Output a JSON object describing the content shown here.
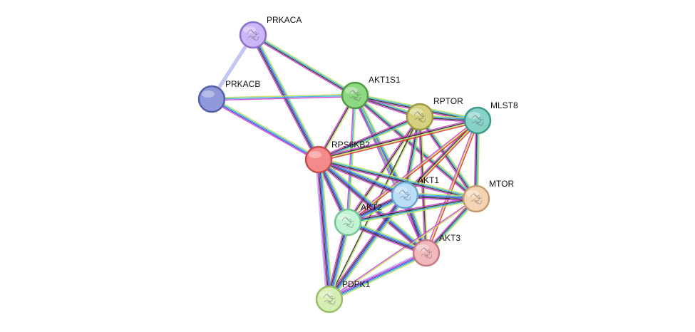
{
  "network": {
    "nodes": [
      {
        "id": "PRKACA",
        "label": "PRKACA",
        "fill": "#cbb6f7",
        "stroke": "#8a6fc9",
        "structure": true
      },
      {
        "id": "PRKACB",
        "label": "PRKACB",
        "fill": "#8e98da",
        "stroke": "#5560a8",
        "structure": false
      },
      {
        "id": "AKT1S1",
        "label": "AKT1S1",
        "fill": "#8fd882",
        "stroke": "#4f9a45",
        "structure": true
      },
      {
        "id": "RPTOR",
        "label": "RPTOR",
        "fill": "#d6d17e",
        "stroke": "#9e9944",
        "structure": true
      },
      {
        "id": "MLST8",
        "label": "MLST8",
        "fill": "#87d2c6",
        "stroke": "#3f968a",
        "structure": true
      },
      {
        "id": "RPS6KB2",
        "label": "RPS6KB2",
        "fill": "#f58a8a",
        "stroke": "#c44d4d",
        "structure": false
      },
      {
        "id": "AKT1",
        "label": "AKT1",
        "fill": "#b9dcf7",
        "stroke": "#6aa3cf",
        "structure": true
      },
      {
        "id": "MTOR",
        "label": "MTOR",
        "fill": "#f5d4b4",
        "stroke": "#c49a70",
        "structure": true
      },
      {
        "id": "AKT2",
        "label": "AKT2",
        "fill": "#c1f2d3",
        "stroke": "#72c494",
        "structure": true
      },
      {
        "id": "AKT3",
        "label": "AKT3",
        "fill": "#f2b9bd",
        "stroke": "#c47a80",
        "structure": true
      },
      {
        "id": "PDPK1",
        "label": "PDPK1",
        "fill": "#d6edb4",
        "stroke": "#97bd66",
        "structure": true
      }
    ],
    "edges": [
      {
        "source": "PRKACA",
        "target": "PRKACB",
        "colors": [
          "#b5b5f5",
          "#b5b5f5",
          "#b5b5f5"
        ]
      },
      {
        "source": "PRKACA",
        "target": "RPS6KB2",
        "colors": [
          "#c0e060",
          "#30b0d8",
          "#4040d8",
          "#303030",
          "#d040d0"
        ]
      },
      {
        "source": "PRKACA",
        "target": "AKT1S1",
        "colors": [
          "#c0e060",
          "#30b0d8",
          "#303030",
          "#d040d0"
        ]
      },
      {
        "source": "PRKACB",
        "target": "AKT1S1",
        "colors": [
          "#c0e060",
          "#30b0d8",
          "#d040d0"
        ]
      },
      {
        "source": "PRKACB",
        "target": "RPS6KB2",
        "colors": [
          "#c0e060",
          "#30b0d8",
          "#4040d8",
          "#d040d0"
        ]
      },
      {
        "source": "AKT1S1",
        "target": "RPTOR",
        "colors": [
          "#c0e060",
          "#30b0d8",
          "#303030",
          "#d040d0"
        ]
      },
      {
        "source": "AKT1S1",
        "target": "MLST8",
        "colors": [
          "#c0e060",
          "#30b0d8",
          "#303030",
          "#d040d0"
        ]
      },
      {
        "source": "AKT1S1",
        "target": "RPS6KB2",
        "colors": [
          "#c0e060",
          "#303030",
          "#d040d0"
        ]
      },
      {
        "source": "AKT1S1",
        "target": "AKT1",
        "colors": [
          "#c0e060",
          "#30b0d8",
          "#4040d8",
          "#303030",
          "#d040d0"
        ]
      },
      {
        "source": "AKT1S1",
        "target": "MTOR",
        "colors": [
          "#c0e060",
          "#30b0d8",
          "#303030",
          "#d040d0"
        ]
      },
      {
        "source": "AKT1S1",
        "target": "AKT2",
        "colors": [
          "#c0e060",
          "#30b0d8",
          "#d040d0"
        ]
      },
      {
        "source": "AKT1S1",
        "target": "AKT3",
        "colors": [
          "#c0e060",
          "#30b0d8",
          "#d040d0"
        ]
      },
      {
        "source": "RPTOR",
        "target": "MLST8",
        "colors": [
          "#c0e060",
          "#30b0d8",
          "#303030",
          "#d040d0"
        ]
      },
      {
        "source": "RPTOR",
        "target": "RPS6KB2",
        "colors": [
          "#c0e060",
          "#30b0d8",
          "#303030",
          "#d040d0"
        ]
      },
      {
        "source": "RPTOR",
        "target": "AKT1",
        "colors": [
          "#c0e060",
          "#30b0d8",
          "#303030",
          "#d040d0"
        ]
      },
      {
        "source": "RPTOR",
        "target": "MTOR",
        "colors": [
          "#c0e060",
          "#30b0d8",
          "#303030",
          "#d040d0"
        ]
      },
      {
        "source": "RPTOR",
        "target": "AKT2",
        "colors": [
          "#c0e060",
          "#303030",
          "#d040d0"
        ]
      },
      {
        "source": "RPTOR",
        "target": "AKT3",
        "colors": [
          "#c0e060",
          "#303030",
          "#d040d0"
        ]
      },
      {
        "source": "RPTOR",
        "target": "PDPK1",
        "colors": [
          "#c0e060",
          "#303030"
        ]
      },
      {
        "source": "MLST8",
        "target": "RPS6KB2",
        "colors": [
          "#e03030",
          "#c0e060",
          "#303030",
          "#d040d0"
        ]
      },
      {
        "source": "MLST8",
        "target": "AKT1",
        "colors": [
          "#e03030",
          "#c0e060",
          "#303030",
          "#d040d0"
        ]
      },
      {
        "source": "MLST8",
        "target": "MTOR",
        "colors": [
          "#c0e060",
          "#30b0d8",
          "#303030",
          "#d040d0"
        ]
      },
      {
        "source": "MLST8",
        "target": "AKT2",
        "colors": [
          "#e03030",
          "#c0e060",
          "#d040d0"
        ]
      },
      {
        "source": "MLST8",
        "target": "AKT3",
        "colors": [
          "#e03030",
          "#c0e060",
          "#d040d0"
        ]
      },
      {
        "source": "RPS6KB2",
        "target": "AKT1",
        "colors": [
          "#c0e060",
          "#30b0d8",
          "#4040d8",
          "#303030",
          "#d040d0"
        ]
      },
      {
        "source": "RPS6KB2",
        "target": "MTOR",
        "colors": [
          "#c0e060",
          "#30b0d8",
          "#303030",
          "#d040d0"
        ]
      },
      {
        "source": "RPS6KB2",
        "target": "AKT2",
        "colors": [
          "#c0e060",
          "#30b0d8",
          "#4040d8",
          "#303030",
          "#d040d0"
        ]
      },
      {
        "source": "RPS6KB2",
        "target": "AKT3",
        "colors": [
          "#c0e060",
          "#30b0d8",
          "#4040d8",
          "#303030",
          "#d040d0"
        ]
      },
      {
        "source": "RPS6KB2",
        "target": "PDPK1",
        "colors": [
          "#c0e060",
          "#30b0d8",
          "#4040d8",
          "#303030",
          "#d040d0",
          "#b5b5f5"
        ]
      },
      {
        "source": "AKT1",
        "target": "MTOR",
        "colors": [
          "#c0e060",
          "#30b0d8",
          "#4040d8",
          "#303030",
          "#d040d0"
        ]
      },
      {
        "source": "AKT1",
        "target": "AKT2",
        "colors": [
          "#c0e060",
          "#30b0d8",
          "#4040d8",
          "#303030",
          "#d040d0"
        ]
      },
      {
        "source": "AKT1",
        "target": "AKT3",
        "colors": [
          "#c0e060",
          "#30b0d8",
          "#4040d8",
          "#303030",
          "#d040d0"
        ]
      },
      {
        "source": "AKT1",
        "target": "PDPK1",
        "colors": [
          "#c0e060",
          "#30b0d8",
          "#4040d8",
          "#303030",
          "#d040d0"
        ]
      },
      {
        "source": "MTOR",
        "target": "AKT2",
        "colors": [
          "#c0e060",
          "#30b0d8",
          "#303030",
          "#d040d0"
        ]
      },
      {
        "source": "MTOR",
        "target": "AKT3",
        "colors": [
          "#c0e060",
          "#30b0d8",
          "#303030",
          "#d040d0"
        ]
      },
      {
        "source": "MTOR",
        "target": "PDPK1",
        "colors": [
          "#c0e060",
          "#d040d0"
        ]
      },
      {
        "source": "AKT2",
        "target": "AKT3",
        "colors": [
          "#c0e060",
          "#30b0d8",
          "#4040d8",
          "#303030",
          "#d040d0"
        ]
      },
      {
        "source": "AKT2",
        "target": "PDPK1",
        "colors": [
          "#c0e060",
          "#30b0d8",
          "#4040d8",
          "#303030",
          "#d040d0"
        ]
      },
      {
        "source": "AKT3",
        "target": "PDPK1",
        "colors": [
          "#c0e060",
          "#30b0d8",
          "#4040d8",
          "#d040d0",
          "#b5b5f5"
        ]
      }
    ]
  }
}
